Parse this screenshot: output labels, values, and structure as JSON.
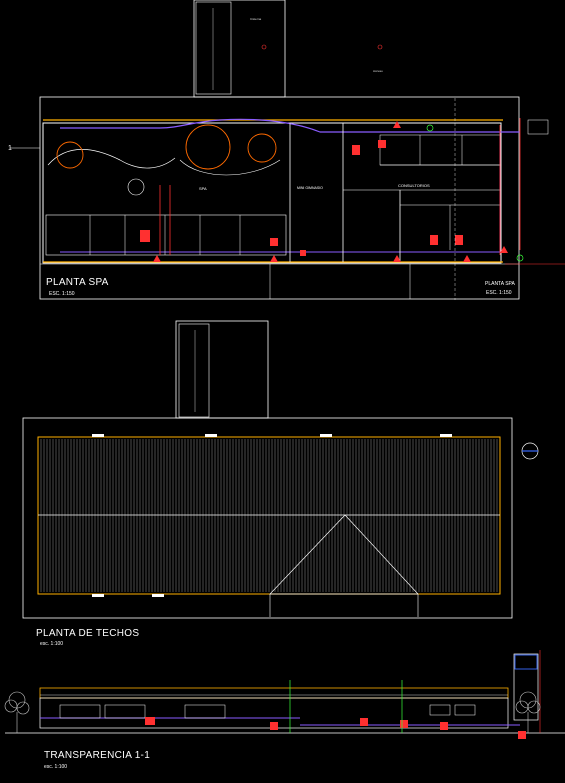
{
  "drawing": {
    "plan_spa": {
      "title": "PLANTA SPA",
      "scale": "ESC. 1:150",
      "title_right": "PLANTA SPA",
      "scale_right": "ESC. 1:150"
    },
    "roof_plan": {
      "title": "PLANTA DE TECHOS",
      "scale": "esc. 1:100"
    },
    "section": {
      "title": "TRANSPARENCIA 1-1",
      "scale": "esc. 1:100"
    },
    "rooms": {
      "spa": "SPA",
      "mini_gym": "MINI GIMNASIO",
      "consultorios": "CONSULTORIOS"
    },
    "markers": {
      "axis_one": "1"
    }
  },
  "colors": {
    "background": "#000000",
    "walls": "#ffffff",
    "beam": "#ffb000",
    "pipe": "#8a5cff",
    "fixture": "#ff3030",
    "tree": "#c8c8c8",
    "green": "#3aff3a"
  }
}
